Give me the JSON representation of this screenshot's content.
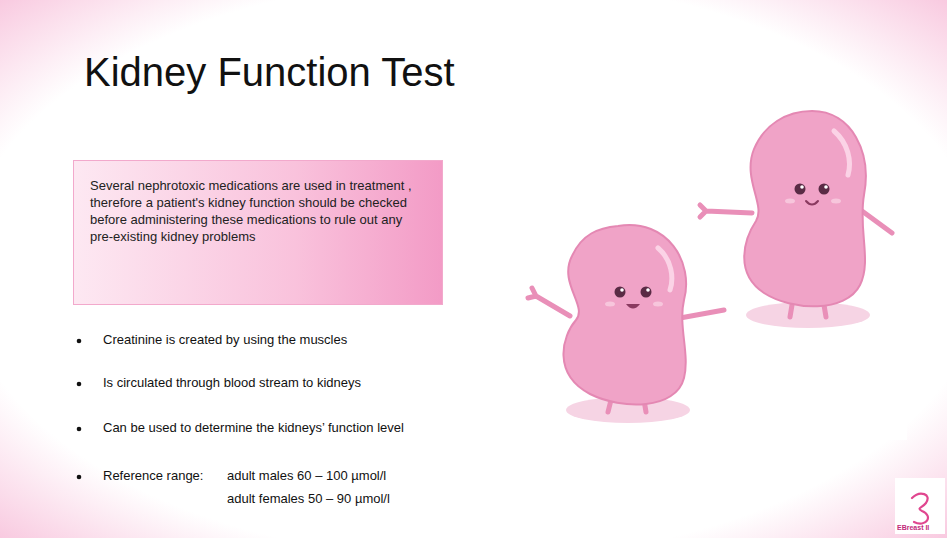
{
  "diagram": {
    "title": "Kidney Function Test",
    "nodes": [
      {
        "text": [
          "Several nephrotoxic medications are used in treatment , therefore a patient's kidney function should be checked before administering these medications to rule out any pre-existing kidney problems"
        ]
      }
    ],
    "labels": [
      "Creatinine is created by using the muscles",
      "Is circulated through blood stream to kidneys",
      "Can be used to determine the kidneys’ function level",
      "Reference range:",
      "adult males 60 – 100 µmol/l",
      "adult females 50 – 90 µmol/l",
      "EBreast II"
    ]
  }
}
